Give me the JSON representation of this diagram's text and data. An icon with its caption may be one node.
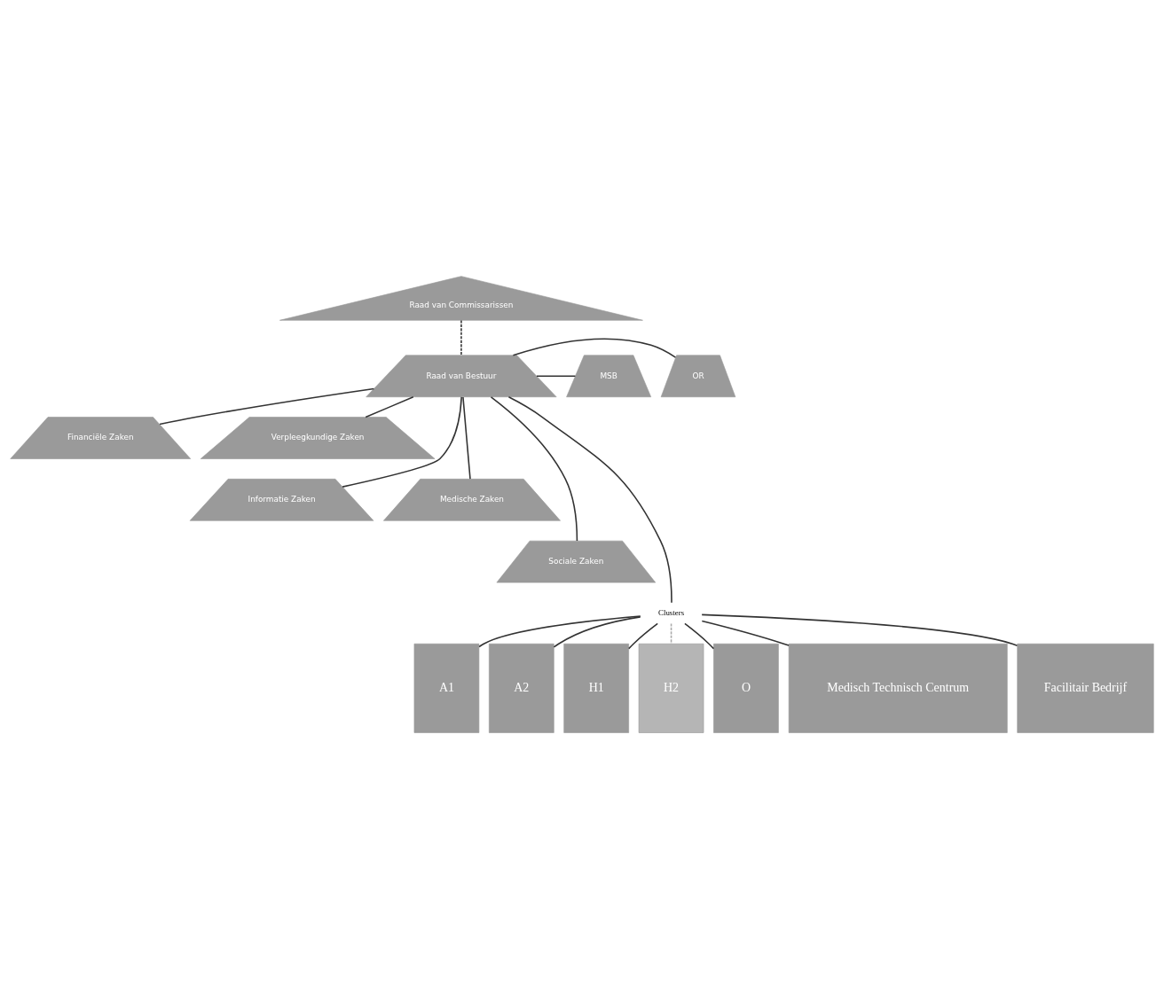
{
  "diagram": {
    "nodes": [
      {
        "text": [
          "Raad van Commissarissen"
        ]
      },
      {
        "text": [
          "Raad van Bestuur"
        ]
      },
      {
        "text": [
          "OR"
        ]
      },
      {
        "text": [
          "MSB"
        ]
      },
      {
        "text": [
          "Financiële Zaken"
        ]
      },
      {
        "text": [
          "Verpleegkundige Zaken"
        ]
      },
      {
        "text": [
          "Informatie Zaken"
        ]
      },
      {
        "text": [
          "Medische Zaken"
        ]
      },
      {
        "text": [
          "Sociale Zaken"
        ]
      },
      {
        "text": [
          "Clusters"
        ]
      },
      {
        "text": [
          "A1"
        ]
      },
      {
        "text": [
          "A2"
        ]
      },
      {
        "text": [
          "H1"
        ]
      },
      {
        "text": [
          "H2"
        ]
      },
      {
        "text": [
          "O"
        ]
      },
      {
        "text": [
          "Medisch Technisch Centrum"
        ]
      },
      {
        "text": [
          "Facilitair Bedrijf"
        ]
      }
    ],
    "edges": [
      {
        "from": 0,
        "to": 1,
        "arrow": "none",
        "style": "dashed"
      },
      {
        "from": 1,
        "to": 2,
        "arrow": "none"
      },
      {
        "from": 1,
        "to": 3,
        "arrow": "none"
      },
      {
        "from": 1,
        "to": 4,
        "arrow": "none"
      },
      {
        "from": 1,
        "to": 5,
        "arrow": "none"
      },
      {
        "from": 1,
        "to": 6,
        "arrow": "none"
      },
      {
        "from": 1,
        "to": 7,
        "arrow": "none"
      },
      {
        "from": 1,
        "to": 8,
        "arrow": "none"
      },
      {
        "from": 1,
        "to": 9,
        "arrow": "none"
      },
      {
        "from": 9,
        "to": 10,
        "arrow": "none"
      },
      {
        "from": 9,
        "to": 11,
        "arrow": "none"
      },
      {
        "from": 9,
        "to": 12,
        "arrow": "none"
      },
      {
        "from": 9,
        "to": 13,
        "arrow": "none",
        "style": "dashed",
        "color": "#aaaaaa"
      },
      {
        "from": 9,
        "to": 14,
        "arrow": "none"
      },
      {
        "from": 9,
        "to": 15,
        "arrow": "none"
      },
      {
        "from": 9,
        "to": 16,
        "arrow": "none"
      }
    ]
  }
}
